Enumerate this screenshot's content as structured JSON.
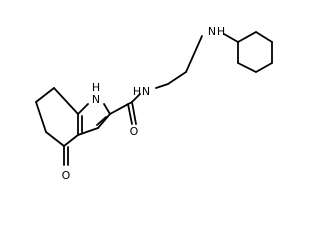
{
  "atoms": {
    "indole_nh": {
      "symbol": "N",
      "hydrogen": "H"
    },
    "amide_n": {
      "symbol": "N",
      "hydrogen": "H"
    },
    "amine_n": {
      "symbol": "N",
      "hydrogen": "H"
    },
    "keto_o": {
      "symbol": "O"
    },
    "amide_o": {
      "symbol": "O"
    }
  },
  "colors": {
    "bond": "#000000",
    "label": "#000000",
    "background": "#ffffff"
  }
}
